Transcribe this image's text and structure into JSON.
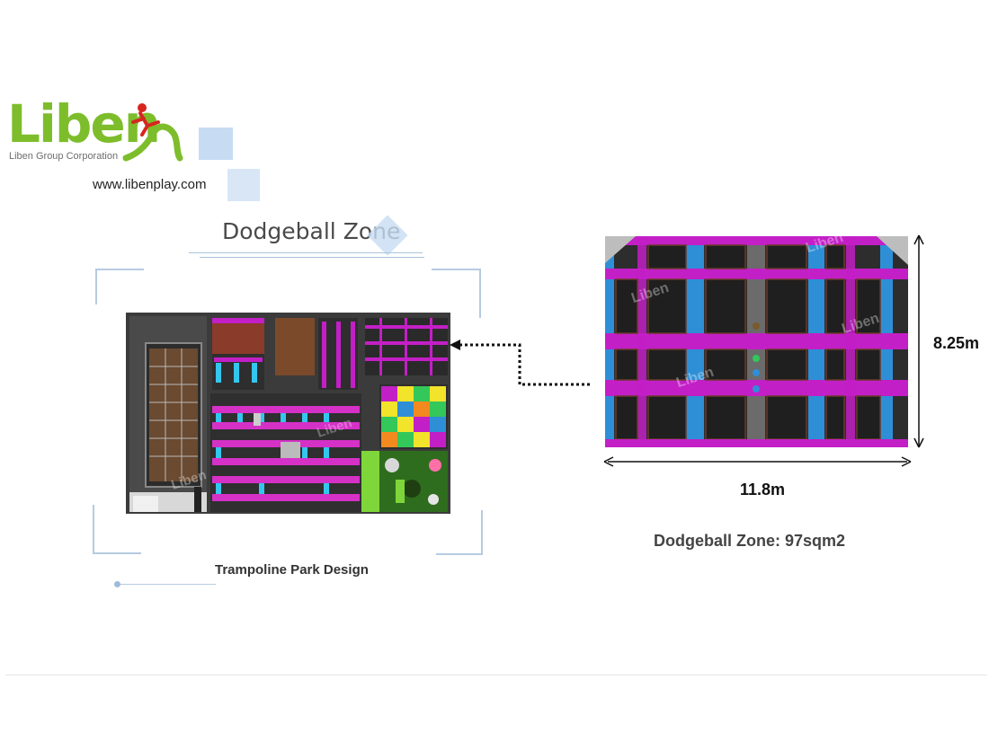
{
  "logo": {
    "wordmark": "Liben",
    "tagline": "Liben Group Corporation",
    "green": "#7dbd2b",
    "red": "#d7261e"
  },
  "website": "www.libenplay.com",
  "section_title": "Dodgeball Zone",
  "plan": {
    "caption": "Trampoline Park Design",
    "watermark": "Liben"
  },
  "zone": {
    "watermark": "Liben",
    "width_label": "11.8m",
    "height_label": "8.25m",
    "caption": "Dodgeball Zone: 97sqm2"
  },
  "colors": {
    "magenta": "#c31fc6",
    "blue": "#2e8fd6",
    "cyan": "#34c7ee",
    "dark": "#3a3a3a",
    "frame": "#b6cbe0"
  }
}
